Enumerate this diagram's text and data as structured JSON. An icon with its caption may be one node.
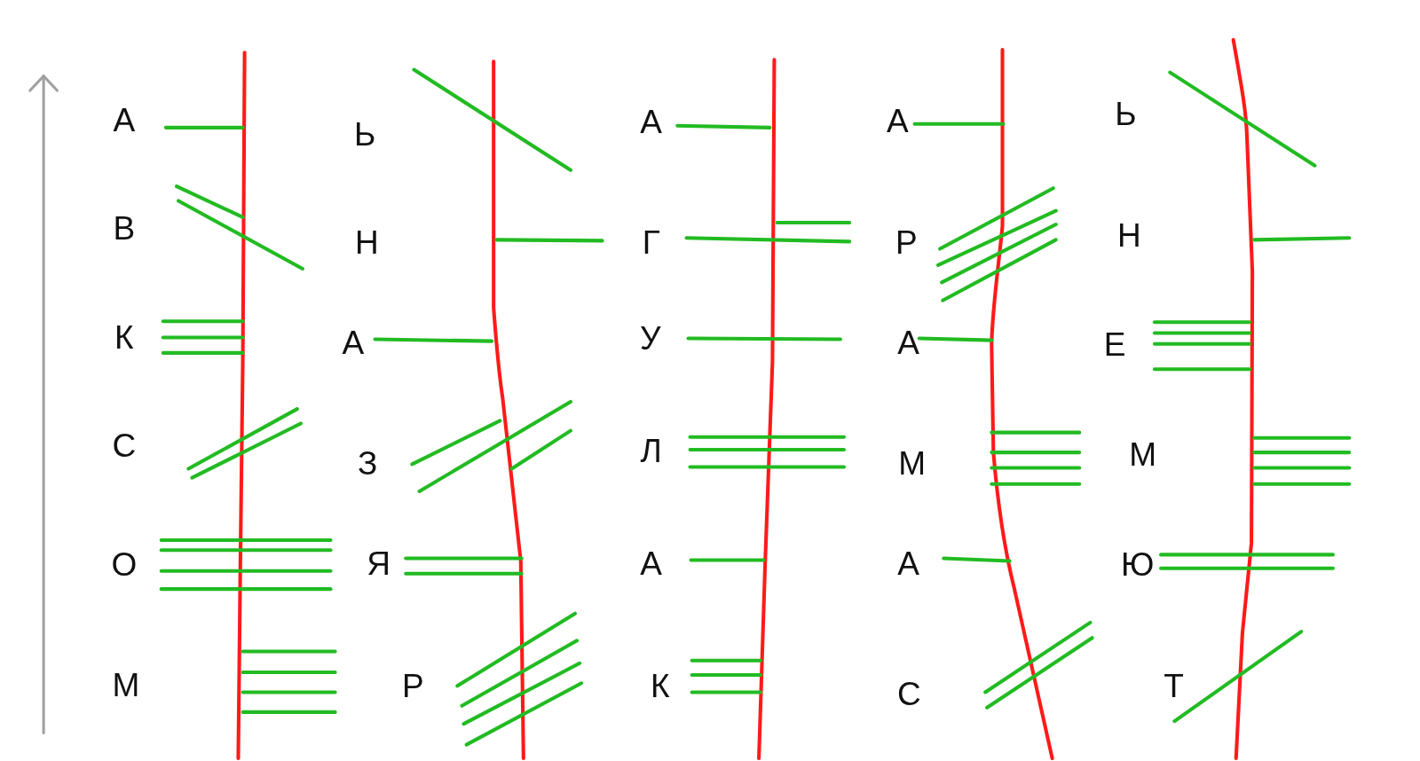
{
  "diagram": {
    "labels": [
      "А",
      "В",
      "К",
      "С",
      "О",
      "М",
      "Ь",
      "Н",
      "А",
      "З",
      "Я",
      "Р",
      "А",
      "Г",
      "У",
      "Л",
      "А",
      "К",
      "А",
      "Р",
      "А",
      "М",
      "А",
      "С",
      "Ь",
      "Н",
      "Е",
      "М",
      "Ю",
      "Т"
    ]
  }
}
